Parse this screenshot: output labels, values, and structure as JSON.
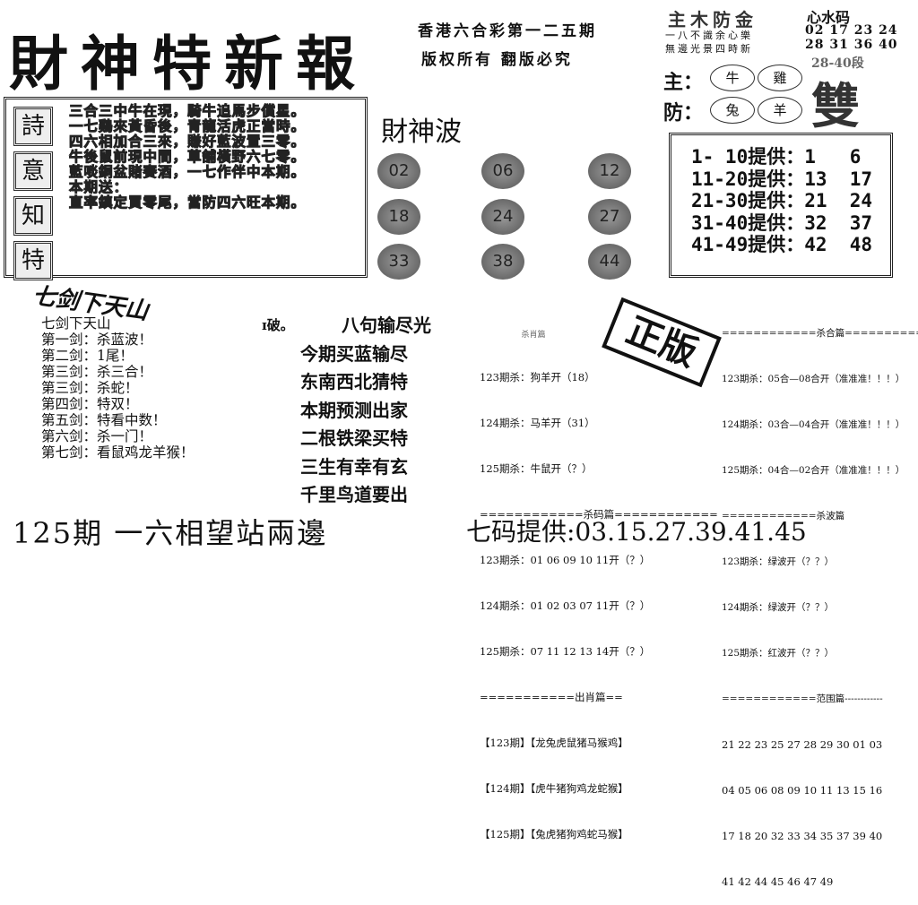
{
  "title": "財神特新報",
  "header": {
    "line1": "香港六合彩第一二五期",
    "line2": "版权所有 翻版必究"
  },
  "poem": {
    "icons": [
      "詩",
      "意",
      "知",
      "特"
    ],
    "lines": [
      "三合三中牛在現，騎牛追馬步償星。",
      "一七鷄來黃昏後，青龍活虎正當時。",
      "四六相加合三來，賺好藍波置三零。",
      "牛後鼠前現中間，草舖橫野六七零。",
      "藍啖銅盆賭賽酒，一七作伴中本期。",
      "本期送：",
      "直率鎮定買零尾，當防四六旺本期。"
    ]
  },
  "wave": {
    "title": "財神波",
    "balls": [
      "02",
      "06",
      "12",
      "18",
      "24",
      "27",
      "33",
      "38",
      "44"
    ],
    "color": "#777777"
  },
  "topright": {
    "heading": "主木防金",
    "couplet1": "一八不識余心樂",
    "couplet2": "無邊光景四時新",
    "xinshui_title": "心水码",
    "xinshui_row1": "02 17 23 24",
    "xinshui_row2": "28 31 36 40",
    "segment": "28-40段",
    "big": "雙",
    "main_label": "主：",
    "main_animals": [
      "牛",
      "雞"
    ],
    "guard_label": "防：",
    "guard_animals": [
      "兔",
      "羊"
    ]
  },
  "provide": {
    "rows": [
      "1- 10提供：1   6",
      "11-20提供：13  17",
      "21-30提供：21  24",
      "31-40提供：32  37",
      "41-49提供：42  48"
    ]
  },
  "swords": {
    "title_art": "七剑下天山",
    "title": "七剑下天山",
    "lines": [
      "第一剑：杀蓝波！",
      "第二剑：1尾！",
      "第三剑：杀三合！",
      "第三剑：杀蛇！",
      "第四剑：特双！",
      "第五剑：特看中数！",
      "第六剑：杀一门！",
      "第七剑：看鼠鸡龙羊猴！"
    ]
  },
  "middle": {
    "fragment": "ɪ破。",
    "lines": [
      "八句输尽光",
      "今期买蓝输尽",
      "东南西北猜特",
      "本期预测出家",
      "二根铁梁买特",
      "三生有幸有玄",
      "千里鸟道要出"
    ]
  },
  "kill": {
    "header": "杀肖篇",
    "zodiac": [
      "123期杀：狗羊开（18）",
      "124期杀：马羊开（31）",
      "125期杀：牛鼠开（？）"
    ],
    "code_header": "============杀码篇============",
    "codes": [
      "123期杀：01 06 09 10 11开（？）",
      "124期杀：01 02 03 07 11开（？）",
      "125期杀：07 11 12 13 14开（？）"
    ],
    "out_header": "===========出肖篇==",
    "out": [
      "【123期】【龙兔虎鼠猪马猴鸡】",
      "【124期】【虎牛猪狗鸡龙蛇猴】",
      "【125期】【兔虎猪狗鸡蛇马猴】"
    ]
  },
  "stamp": "正版",
  "right": {
    "he_header": "============杀合篇============",
    "he": [
      "123期杀：05合—08合开（准准准！！！）",
      "124期杀：03合—04合开（准准准！！！）",
      "125期杀：04合—02合开（准准准！！！）"
    ],
    "bo_header": "============杀波篇",
    "bo": [
      "123期杀：绿波开（？？）",
      "124期杀：绿波开（？？）",
      "125期杀：红波开（？？）"
    ],
    "range_header": "============范围篇------------",
    "range": [
      "21 22 23 25 27 28 29 30 01 03",
      "04 05 06 08 09 10 11 13 15 16",
      "17 18 20 32 33 34 35 37 39 40",
      "41 42 44 45 46 47 49"
    ]
  },
  "bottom": {
    "left": "125期 一六相望站兩邊",
    "right": "七码提供:03.15.27.39.41.45"
  }
}
